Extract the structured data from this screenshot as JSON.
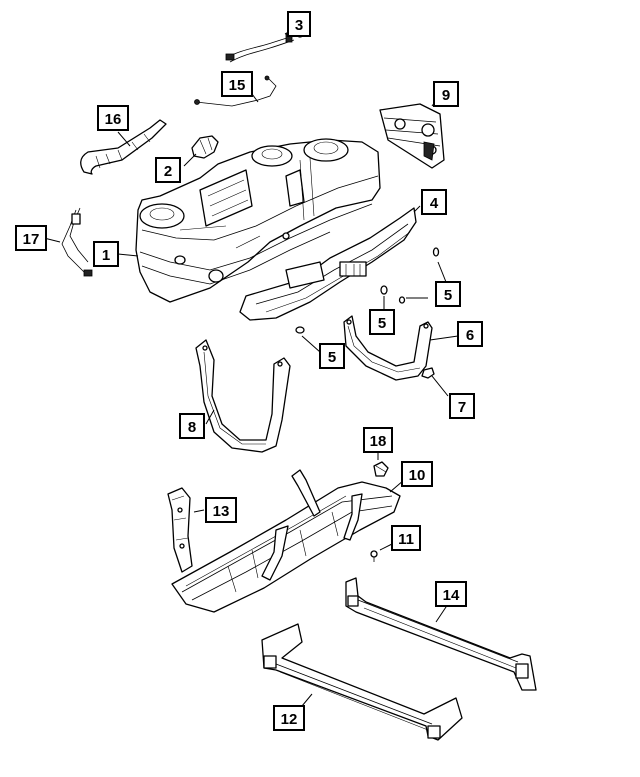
{
  "callouts": {
    "c1": "1",
    "c2": "2",
    "c3": "3",
    "c4": "4",
    "c5a": "5",
    "c5b": "5",
    "c5c": "5",
    "c6": "6",
    "c7": "7",
    "c8": "8",
    "c9": "9",
    "c10": "10",
    "c11": "11",
    "c12": "12",
    "c13": "13",
    "c14": "14",
    "c15": "15",
    "c16": "16",
    "c17": "17",
    "c18": "18"
  }
}
